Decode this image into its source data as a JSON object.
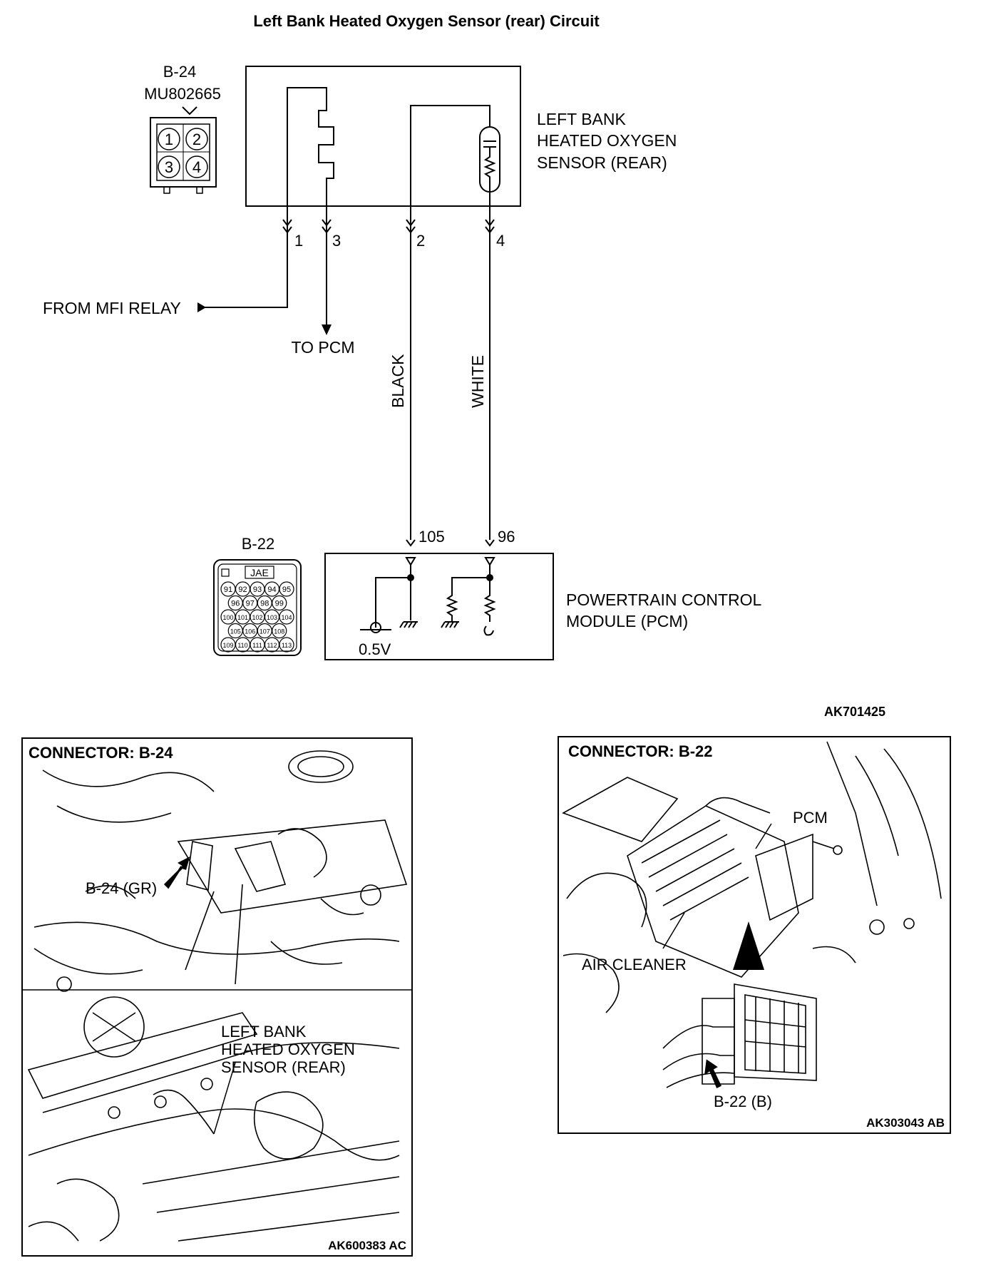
{
  "title": "Left Bank Heated Oxygen Sensor (rear) Circuit",
  "sensor": {
    "connector_id": "B-24",
    "part_number": "MU802665",
    "pins": [
      "1",
      "2",
      "3",
      "4"
    ],
    "label_lines": [
      "LEFT BANK",
      "HEATED OXYGEN",
      "SENSOR (REAR)"
    ],
    "terminals": [
      "1",
      "3",
      "2",
      "4"
    ]
  },
  "wiring": {
    "from_relay": "FROM MFI RELAY",
    "to_pcm": "TO PCM",
    "wire_black": "BLACK",
    "wire_white": "WHITE"
  },
  "pcm": {
    "connector_id": "B-22",
    "connector_maker": "JAE",
    "pins": [
      [
        "91",
        "92",
        "93",
        "94",
        "95"
      ],
      [
        "96",
        "97",
        "98",
        "99"
      ],
      [
        "100",
        "101",
        "102",
        "103",
        "104"
      ],
      [
        "105",
        "106",
        "107",
        "108"
      ],
      [
        "109",
        "110",
        "111",
        "112",
        "113"
      ]
    ],
    "terminals": [
      "105",
      "96"
    ],
    "reference_voltage": "0.5V",
    "label_lines": [
      "POWERTRAIN CONTROL",
      "MODULE (PCM)"
    ]
  },
  "diagram_code": "AK701425",
  "panel_left": {
    "heading": "CONNECTOR: B-24",
    "connector_callout": "B-24 (GR)",
    "sensor_callout_lines": [
      "LEFT BANK",
      "HEATED OXYGEN",
      "SENSOR (REAR)"
    ],
    "code": "AK600383 AC"
  },
  "panel_right": {
    "heading": "CONNECTOR: B-22",
    "pcm_callout": "PCM",
    "air_cleaner_callout": "AIR CLEANER",
    "connector_callout": "B-22 (B)",
    "code": "AK303043 AB"
  }
}
